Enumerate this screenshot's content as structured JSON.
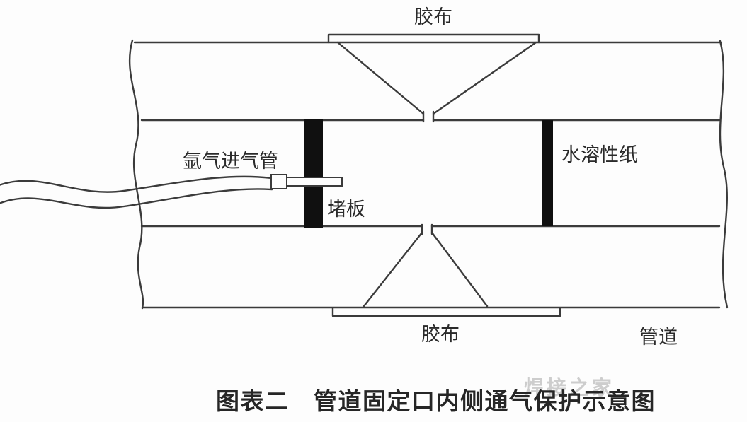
{
  "diagram": {
    "labels": {
      "tape_top": "胶布",
      "argon_inlet": "氩气进气管",
      "plug_plate": "堵板",
      "water_soluble_paper": "水溶性纸",
      "tape_bottom": "胶布",
      "pipe": "管道"
    },
    "caption": "图表二　管道固定口内侧通气保护示意图",
    "watermark": "焊接之家",
    "colors": {
      "line": "#3b3b3b",
      "solid_fill": "#101010",
      "background": "#fdfdfd",
      "watermark": "#9e9e9e"
    }
  }
}
